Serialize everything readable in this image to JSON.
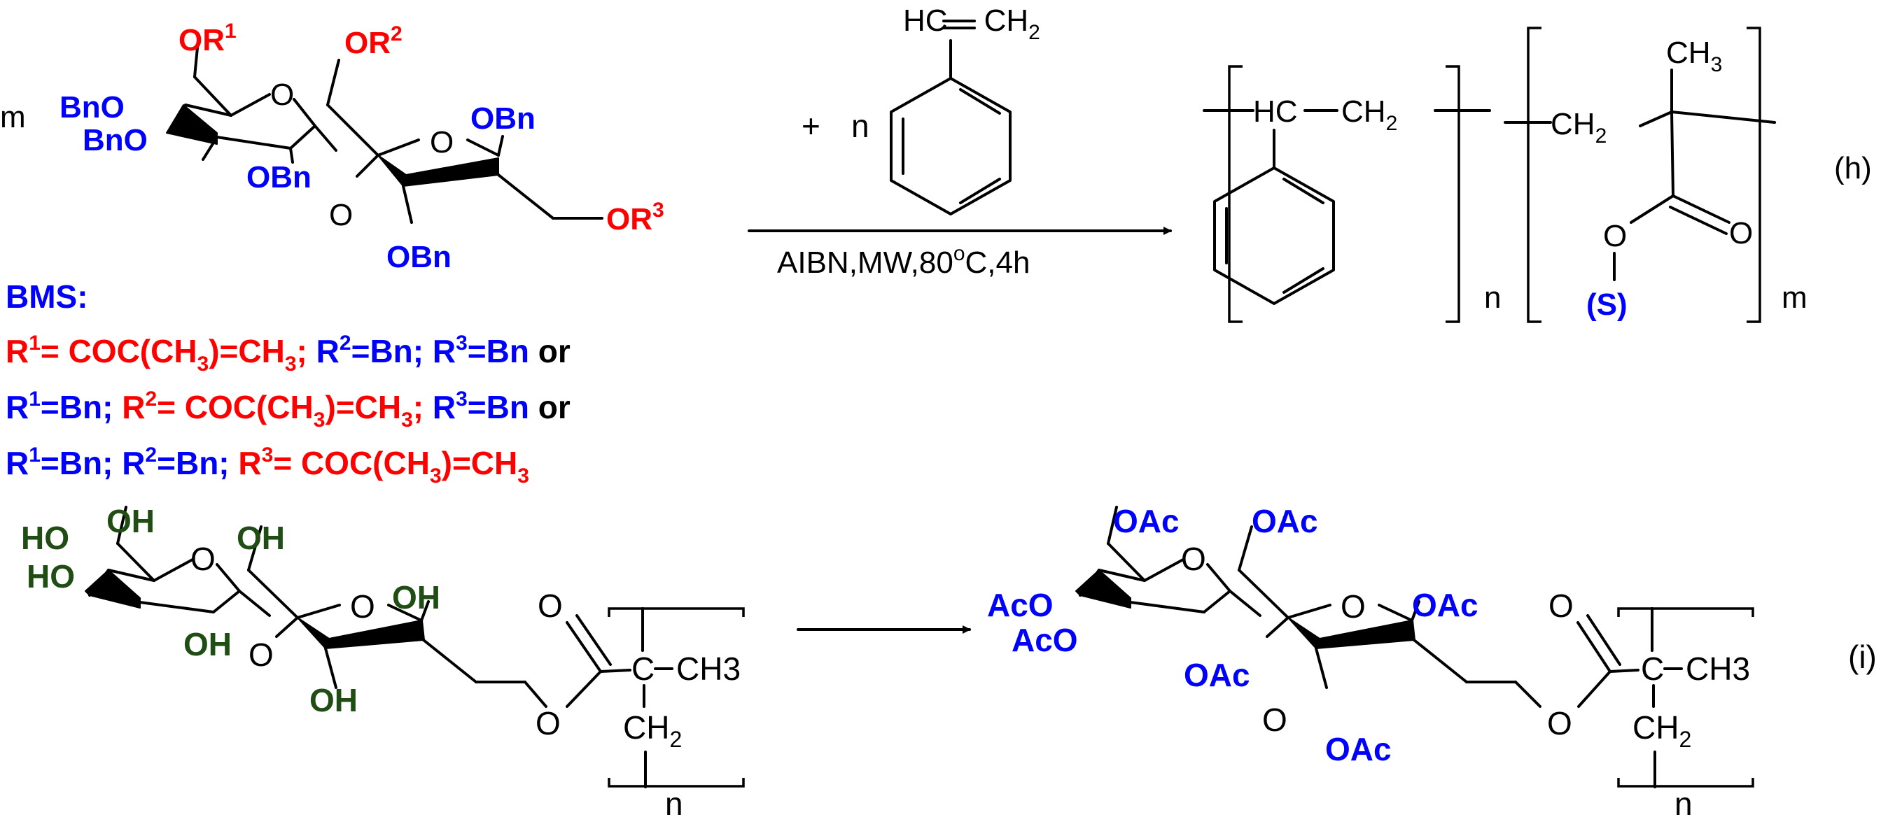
{
  "reaction_h": {
    "label": "(h)",
    "coefficient_m": "m",
    "monomer_groups": {
      "OR1": [
        "OR",
        "1"
      ],
      "OR2": [
        "OR",
        "2"
      ],
      "OR3": [
        "OR",
        "3"
      ],
      "obn": "OBn",
      "bno": "BnO",
      "ring_o": "O"
    },
    "styrene": {
      "plus": "+",
      "n": "n",
      "vinyl": [
        "HC",
        "CH",
        "2"
      ]
    },
    "conditions": [
      "AIBN,MW,80",
      "o",
      "C,4h"
    ],
    "product": {
      "hc": "HC",
      "ch2": [
        "CH",
        "2"
      ],
      "ch3": [
        "CH",
        "3"
      ],
      "o": "O",
      "s": "(S)",
      "n": "n",
      "m": "m"
    },
    "bms": {
      "title": "BMS:",
      "lines": [
        [
          {
            "t": "R",
            "c": "red"
          },
          {
            "t": "1",
            "c": "red",
            "sup": true
          },
          {
            "t": "= COC(CH",
            "c": "red"
          },
          {
            "t": "3",
            "c": "red",
            "sub": true
          },
          {
            "t": ")=CH",
            "c": "red"
          },
          {
            "t": "3",
            "c": "red",
            "sub": true
          },
          {
            "t": "; ",
            "c": "red"
          },
          {
            "t": "R",
            "c": "blue"
          },
          {
            "t": "2",
            "c": "blue",
            "sup": true
          },
          {
            "t": "=Bn; R",
            "c": "blue"
          },
          {
            "t": "3",
            "c": "blue",
            "sup": true
          },
          {
            "t": "=Bn",
            "c": "blue"
          },
          {
            "t": " or",
            "c": "black"
          }
        ],
        [
          {
            "t": "R",
            "c": "blue"
          },
          {
            "t": "1",
            "c": "blue",
            "sup": true
          },
          {
            "t": "=Bn; ",
            "c": "blue"
          },
          {
            "t": "R",
            "c": "red"
          },
          {
            "t": "2",
            "c": "red",
            "sup": true
          },
          {
            "t": "= COC(CH",
            "c": "red"
          },
          {
            "t": "3",
            "c": "red",
            "sub": true
          },
          {
            "t": ")=CH",
            "c": "red"
          },
          {
            "t": "3",
            "c": "red",
            "sub": true
          },
          {
            "t": "; ",
            "c": "red"
          },
          {
            "t": "R",
            "c": "blue"
          },
          {
            "t": "3",
            "c": "blue",
            "sup": true
          },
          {
            "t": "=Bn",
            "c": "blue"
          },
          {
            "t": " or",
            "c": "black"
          }
        ],
        [
          {
            "t": "R",
            "c": "blue"
          },
          {
            "t": "1",
            "c": "blue",
            "sup": true
          },
          {
            "t": "=Bn; R",
            "c": "blue"
          },
          {
            "t": "2",
            "c": "blue",
            "sup": true
          },
          {
            "t": "=Bn; ",
            "c": "blue"
          },
          {
            "t": "R",
            "c": "red"
          },
          {
            "t": "3",
            "c": "red",
            "sup": true
          },
          {
            "t": "= COC(CH",
            "c": "red"
          },
          {
            "t": "3",
            "c": "red",
            "sub": true
          },
          {
            "t": ")=CH",
            "c": "red"
          },
          {
            "t": "3",
            "c": "red",
            "sub": true
          }
        ]
      ]
    }
  },
  "reaction_i": {
    "label": "(i)",
    "oh": "OH",
    "ho": "HO",
    "oac": "OAc",
    "aco": "AcO",
    "o": "O",
    "c": "C",
    "ch3": "CH3",
    "ch2": [
      "CH",
      "2"
    ],
    "n": "n"
  },
  "colors": {
    "red": "#ff0000",
    "blue": "#0000ff",
    "green": "#1f4d14",
    "black": "#000000"
  }
}
